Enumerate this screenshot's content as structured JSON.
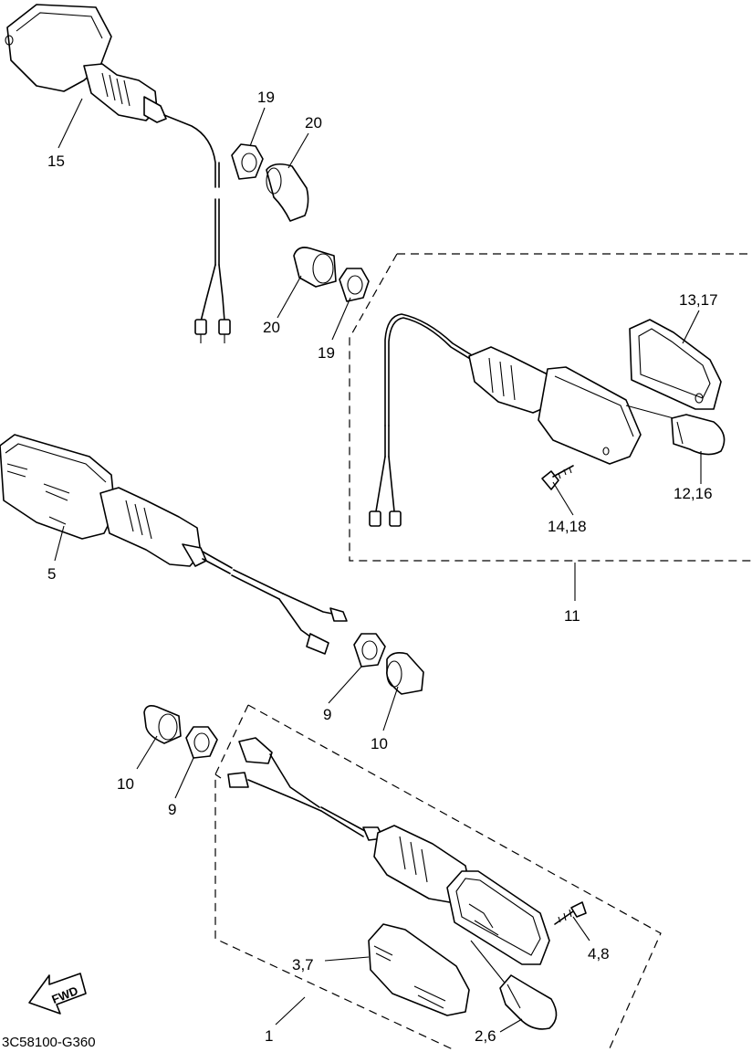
{
  "diagram": {
    "part_code": "3C58100-G360",
    "fwd_label": "FWD",
    "labels": {
      "l1": "1",
      "l2_6": "2,6",
      "l3_7": "3,7",
      "l4_8": "4,8",
      "l5": "5",
      "l9a": "9",
      "l9b": "9",
      "l10a": "10",
      "l10b": "10",
      "l11": "11",
      "l12_16": "12,16",
      "l13_17": "13,17",
      "l14_18": "14,18",
      "l15": "15",
      "l19a": "19",
      "l19b": "19",
      "l20a": "20",
      "l20b": "20"
    }
  }
}
